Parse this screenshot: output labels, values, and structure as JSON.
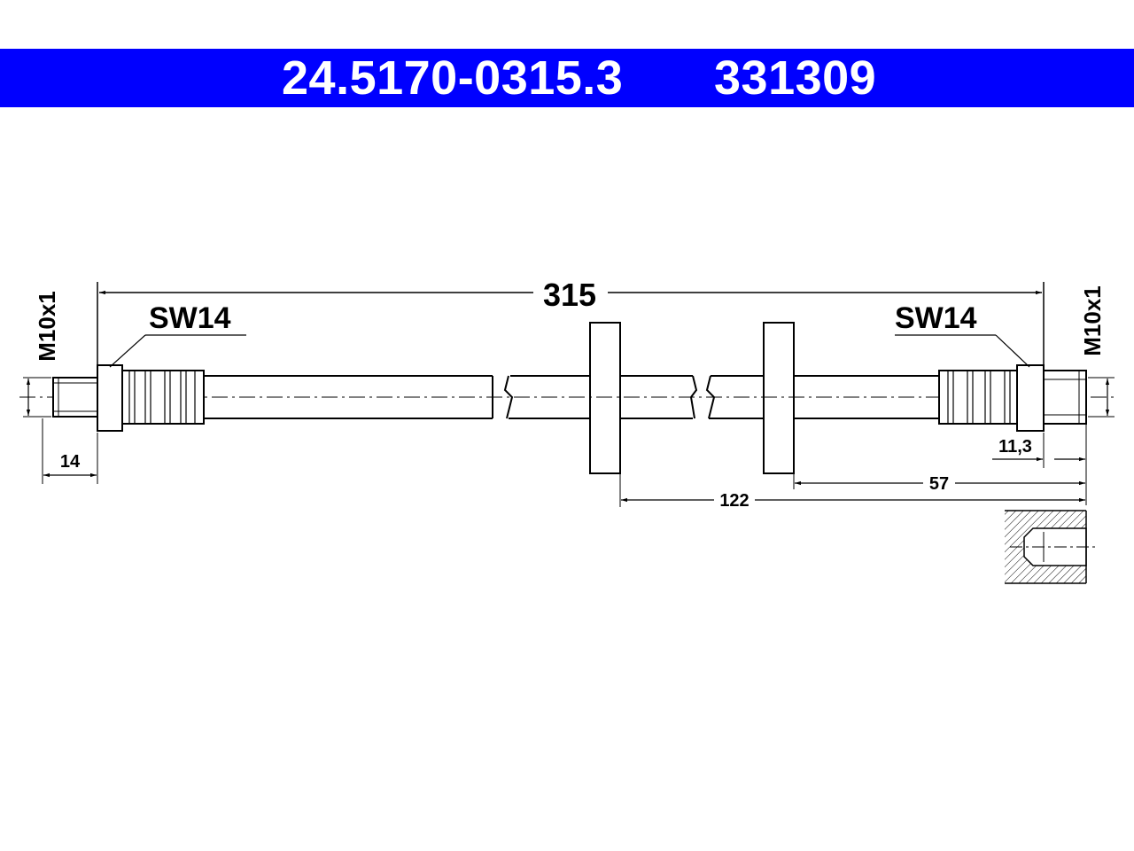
{
  "header": {
    "part_number": "24.5170-0315.3",
    "reference_number": "331309",
    "background_color": "#0000ff",
    "text_color": "#ffffff"
  },
  "drawing": {
    "overall_length": "315",
    "left_end": {
      "wrench_size": "SW14",
      "thread": "M10x1",
      "length": "14"
    },
    "right_end": {
      "wrench_size": "SW14",
      "thread": "M10x1",
      "length": "11,3"
    },
    "bracket_spacing": "122",
    "bracket_to_end": "57"
  }
}
